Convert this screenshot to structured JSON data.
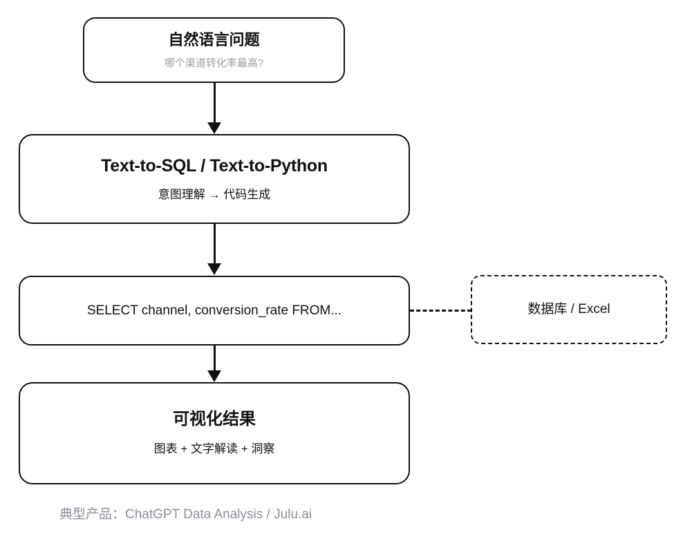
{
  "diagram": {
    "type": "flowchart",
    "orientation": "top-to-bottom",
    "nodes": [
      {
        "id": "question",
        "title": "自然语言问题",
        "subtitle": "哪个渠道转化率最高?",
        "style": "solid"
      },
      {
        "id": "engine",
        "title": "Text-to-SQL / Text-to-Python",
        "subtitle": "意图理解 → 代码生成",
        "style": "solid"
      },
      {
        "id": "sql",
        "title": "SELECT channel, conversion_rate FROM...",
        "subtitle": "",
        "style": "solid"
      },
      {
        "id": "datasource",
        "title": "数据库 / Excel",
        "subtitle": "",
        "style": "dashed"
      },
      {
        "id": "result",
        "title": "可视化结果",
        "subtitle": "图表 + 文字解读 + 洞察",
        "style": "solid"
      }
    ],
    "edges": [
      {
        "from": "question",
        "to": "engine",
        "style": "solid",
        "arrow": "down"
      },
      {
        "from": "engine",
        "to": "sql",
        "style": "solid",
        "arrow": "down"
      },
      {
        "from": "sql",
        "to": "result",
        "style": "solid",
        "arrow": "down"
      },
      {
        "from": "sql",
        "to": "datasource",
        "style": "dashed",
        "arrow": "none"
      }
    ],
    "caption": "典型产品：ChatGPT Data Analysis / Julu.ai",
    "colors": {
      "stroke": "#111111",
      "background": "#ffffff",
      "muted_text": "#9d9d9d",
      "caption_text": "#8a8f98"
    }
  }
}
